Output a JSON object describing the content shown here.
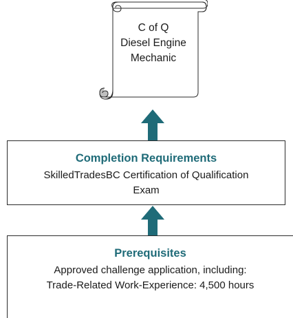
{
  "certificate": {
    "line1": "C of Q",
    "line2": "Diesel Engine",
    "line3": "Mechanic"
  },
  "completion": {
    "title": "Completion Requirements",
    "line1": "SkilledTradesBC Certification of Qualification",
    "line2": "Exam"
  },
  "prerequisites": {
    "title": "Prerequisites",
    "line1": "Approved challenge application, including:",
    "line2": "Trade-Related Work-Experience:  4,500 hours"
  },
  "colors": {
    "arrow": "#1f6b78",
    "title": "#1f6b78",
    "scroll_curl": "#bfbfbf"
  }
}
